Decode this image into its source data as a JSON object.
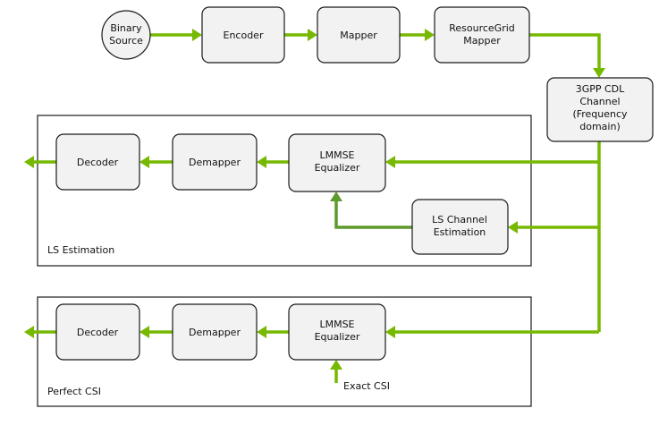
{
  "blocks": {
    "binary_source": [
      "Binary",
      "Source"
    ],
    "encoder": "Encoder",
    "mapper": "Mapper",
    "rg_mapper": [
      "ResourceGrid",
      "Mapper"
    ],
    "channel": [
      "3GPP CDL",
      "Channel",
      "(Frequency",
      "domain)"
    ],
    "ls": {
      "decoder": "Decoder",
      "demapper": "Demapper",
      "equalizer": [
        "LMMSE",
        "Equalizer"
      ],
      "estimator": [
        "LS Channel",
        "Estimation"
      ],
      "title": "LS Estimation"
    },
    "perfect": {
      "decoder": "Decoder",
      "demapper": "Demapper",
      "equalizer": [
        "LMMSE",
        "Equalizer"
      ],
      "csi_input": "Exact CSI",
      "title": "Perfect CSI"
    }
  },
  "colors": {
    "arrow": "#76b900",
    "arrow_dark": "#5f9a2c",
    "box_fill": "#f2f2f2",
    "border": "#1a1a1a"
  }
}
